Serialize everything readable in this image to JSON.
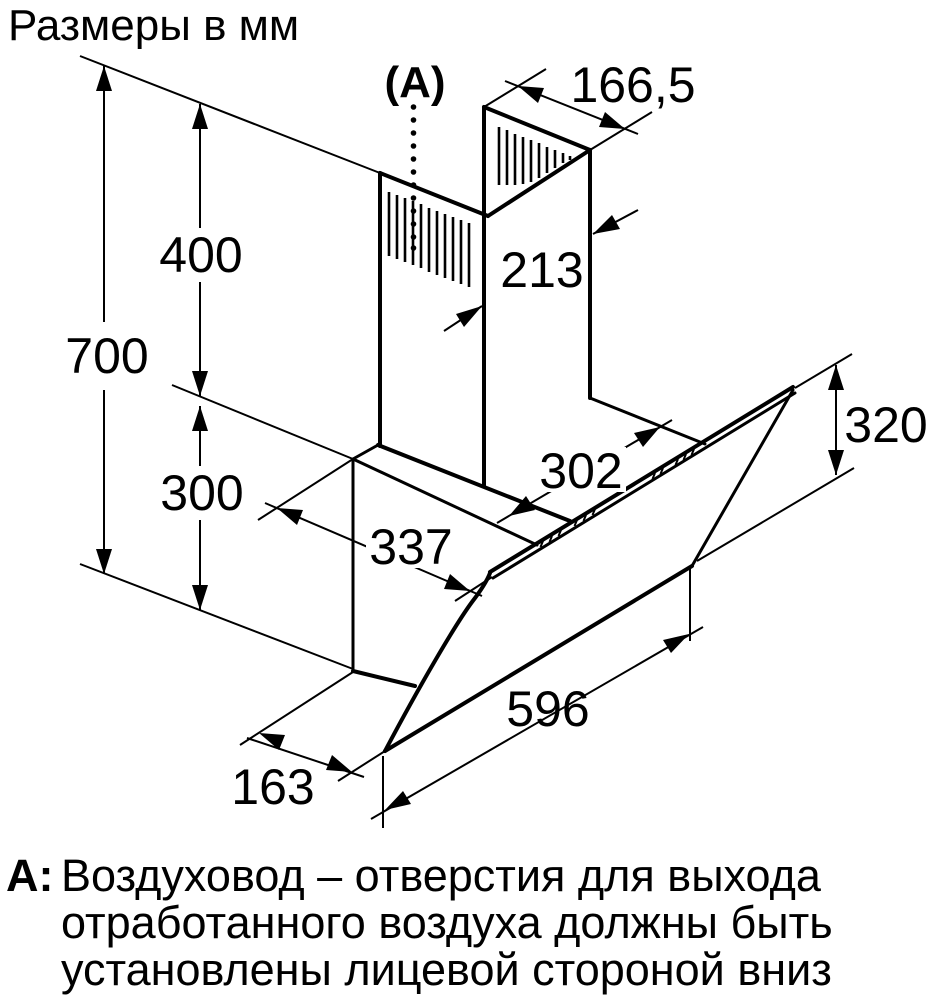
{
  "title": "Размеры в мм",
  "diagram": {
    "marker_label": "(A)",
    "dimensions": {
      "total_height": "700",
      "chimney_height": "400",
      "body_height": "300",
      "chimney_top_width": "166,5",
      "chimney_depth": "213",
      "body_top_depth": "302",
      "body_depth": "337",
      "panel_height": "320",
      "panel_width": "596",
      "bottom_offset": "163"
    }
  },
  "footnote": {
    "marker": "A:",
    "lines": [
      "Воздуховод – отверстия для выхода",
      "отработанного воздуха должны быть",
      "установлены лицевой стороной вниз"
    ]
  }
}
